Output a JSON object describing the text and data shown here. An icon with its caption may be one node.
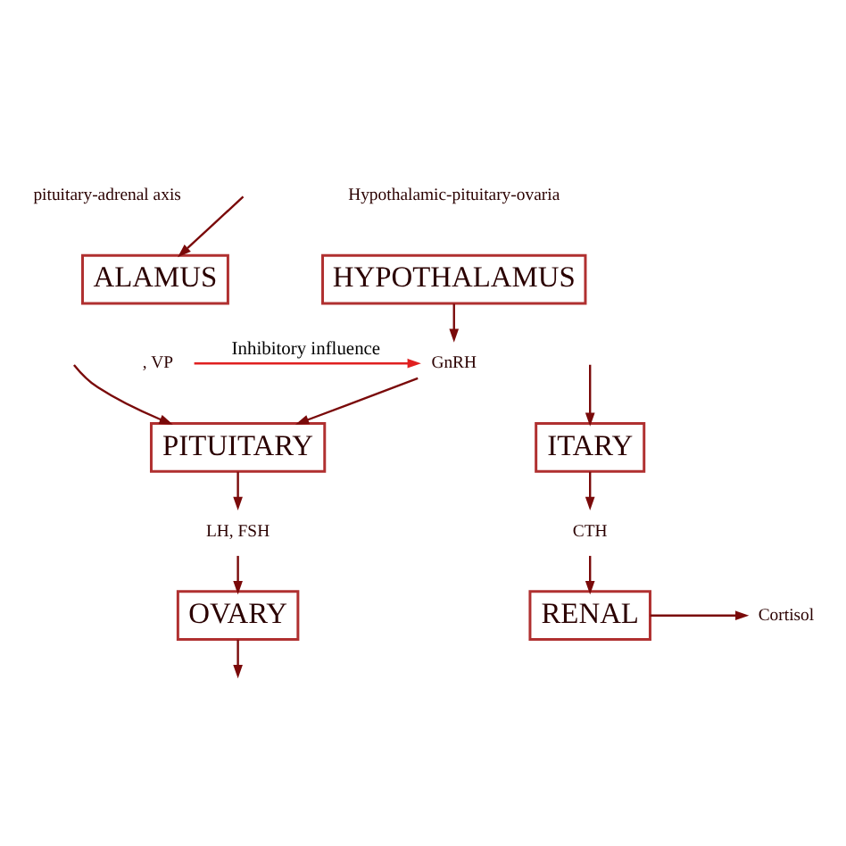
{
  "diagram": {
    "nodes": [
      {
        "text": [
          "ALAMUS"
        ]
      },
      {
        "text": [
          ", VP"
        ]
      },
      {
        "text": [
          "ITARY"
        ]
      },
      {
        "text": [
          "CTH"
        ]
      },
      {
        "text": [
          "RENAL"
        ]
      },
      {
        "text": [
          "Cortisol"
        ]
      },
      {
        "text": [
          "HYPOTHALAMUS"
        ]
      },
      {
        "text": [
          "GnRH"
        ]
      },
      {
        "text": [
          "PITUITARY"
        ]
      },
      {
        "text": [
          "LH, FSH"
        ]
      },
      {
        "text": [
          "OVARY"
        ]
      }
    ],
    "edges": [
      {
        "from": 1,
        "to": 7,
        "arrow": "to",
        "label": "Inhibitory influence",
        "color": "#e02020"
      },
      {
        "from": 2,
        "to": 3,
        "arrow": "to"
      },
      {
        "from": 3,
        "to": 4,
        "arrow": "to"
      },
      {
        "from": 4,
        "to": 5,
        "arrow": "to"
      },
      {
        "from": null,
        "to": 0,
        "arrow": "to"
      },
      {
        "from": null,
        "to": 2,
        "arrow": "to"
      },
      {
        "from": 6,
        "to": 7,
        "arrow": "to"
      },
      {
        "from": 7,
        "to": 8,
        "arrow": "to"
      },
      {
        "from": null,
        "to": 8,
        "arrow": "to"
      },
      {
        "from": 8,
        "to": 9,
        "arrow": "to"
      },
      {
        "from": 9,
        "to": 10,
        "arrow": "to"
      },
      {
        "from": 10,
        "to": null,
        "arrow": "to"
      }
    ],
    "labels": [
      "pituitary-adrenal axis",
      "Hypothalamic-pituitary-ovaria"
    ]
  }
}
